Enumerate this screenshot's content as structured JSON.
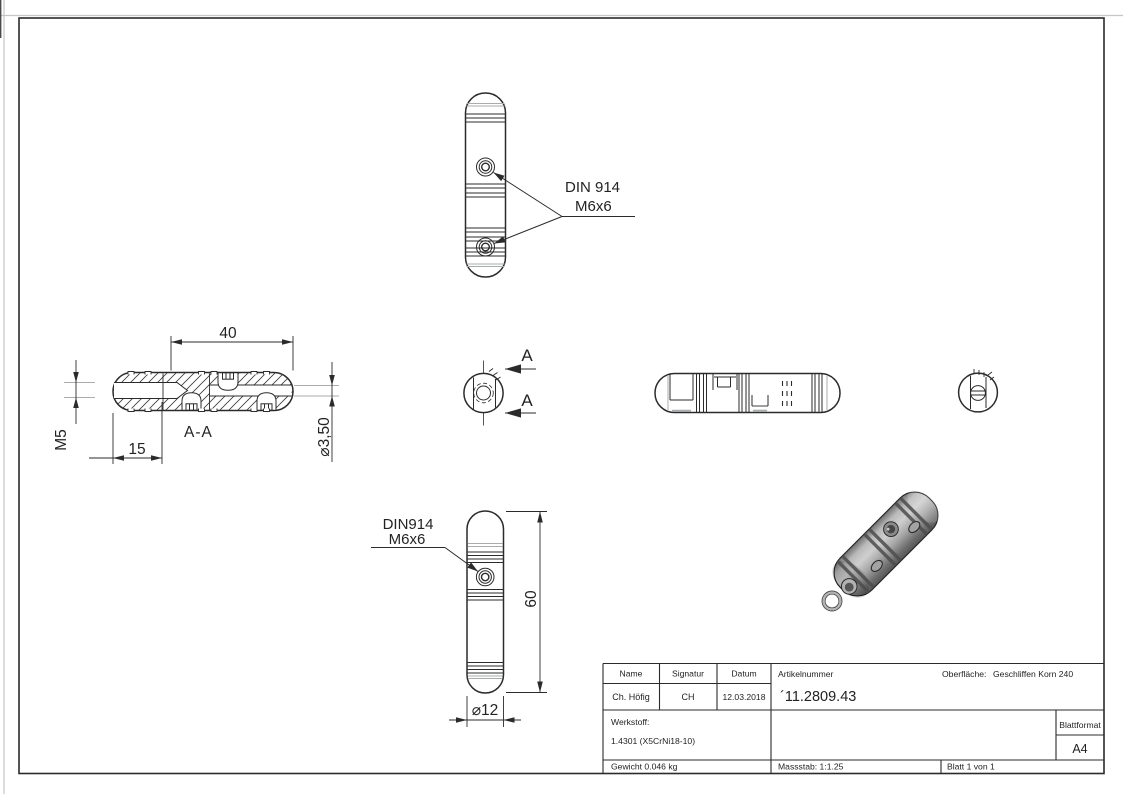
{
  "labels": {
    "setscrew_top": {
      "line1": "DIN 914",
      "line2": "M6x6"
    },
    "setscrew_front": {
      "line1": "DIN914",
      "line2": "M6x6"
    },
    "section_title": "A-A",
    "cut_letter": "A"
  },
  "dimensions": {
    "inner_length": "40",
    "thread_depth": "15",
    "thread": "M5",
    "bore_dia": "⌀3,50",
    "overall_length": "60",
    "outer_dia": "⌀12"
  },
  "title_block": {
    "name_header": "Name",
    "signatur_header": "Signatur",
    "datum_header": "Datum",
    "name_value": "Ch. Höfig",
    "signatur_value": "CH",
    "datum_value": "12.03.2018",
    "artikelnummer_label": "Artikelnummer",
    "artikelnummer_value": "´11.2809.43",
    "oberflaeche_label": "Oberfläche:",
    "oberflaeche_value": "Geschliffen Korn 240",
    "werkstoff_label": "Werkstoff:",
    "werkstoff_value": "1.4301 (X5CrNi18-10)",
    "blattformat_label": "Blattformat",
    "blattformat_value": "A4",
    "gewicht": "Gewicht 0.046 kg",
    "massstab": "Massstab: 1:1.25",
    "blatt": "Blatt 1 von 1"
  },
  "colors": {
    "line": "#2b2b2b",
    "aux_line": "#a9acae",
    "metal_mid": "#9a9a9a",
    "metal_dark": "#5c5c5c",
    "metal_light": "#cccccc"
  }
}
